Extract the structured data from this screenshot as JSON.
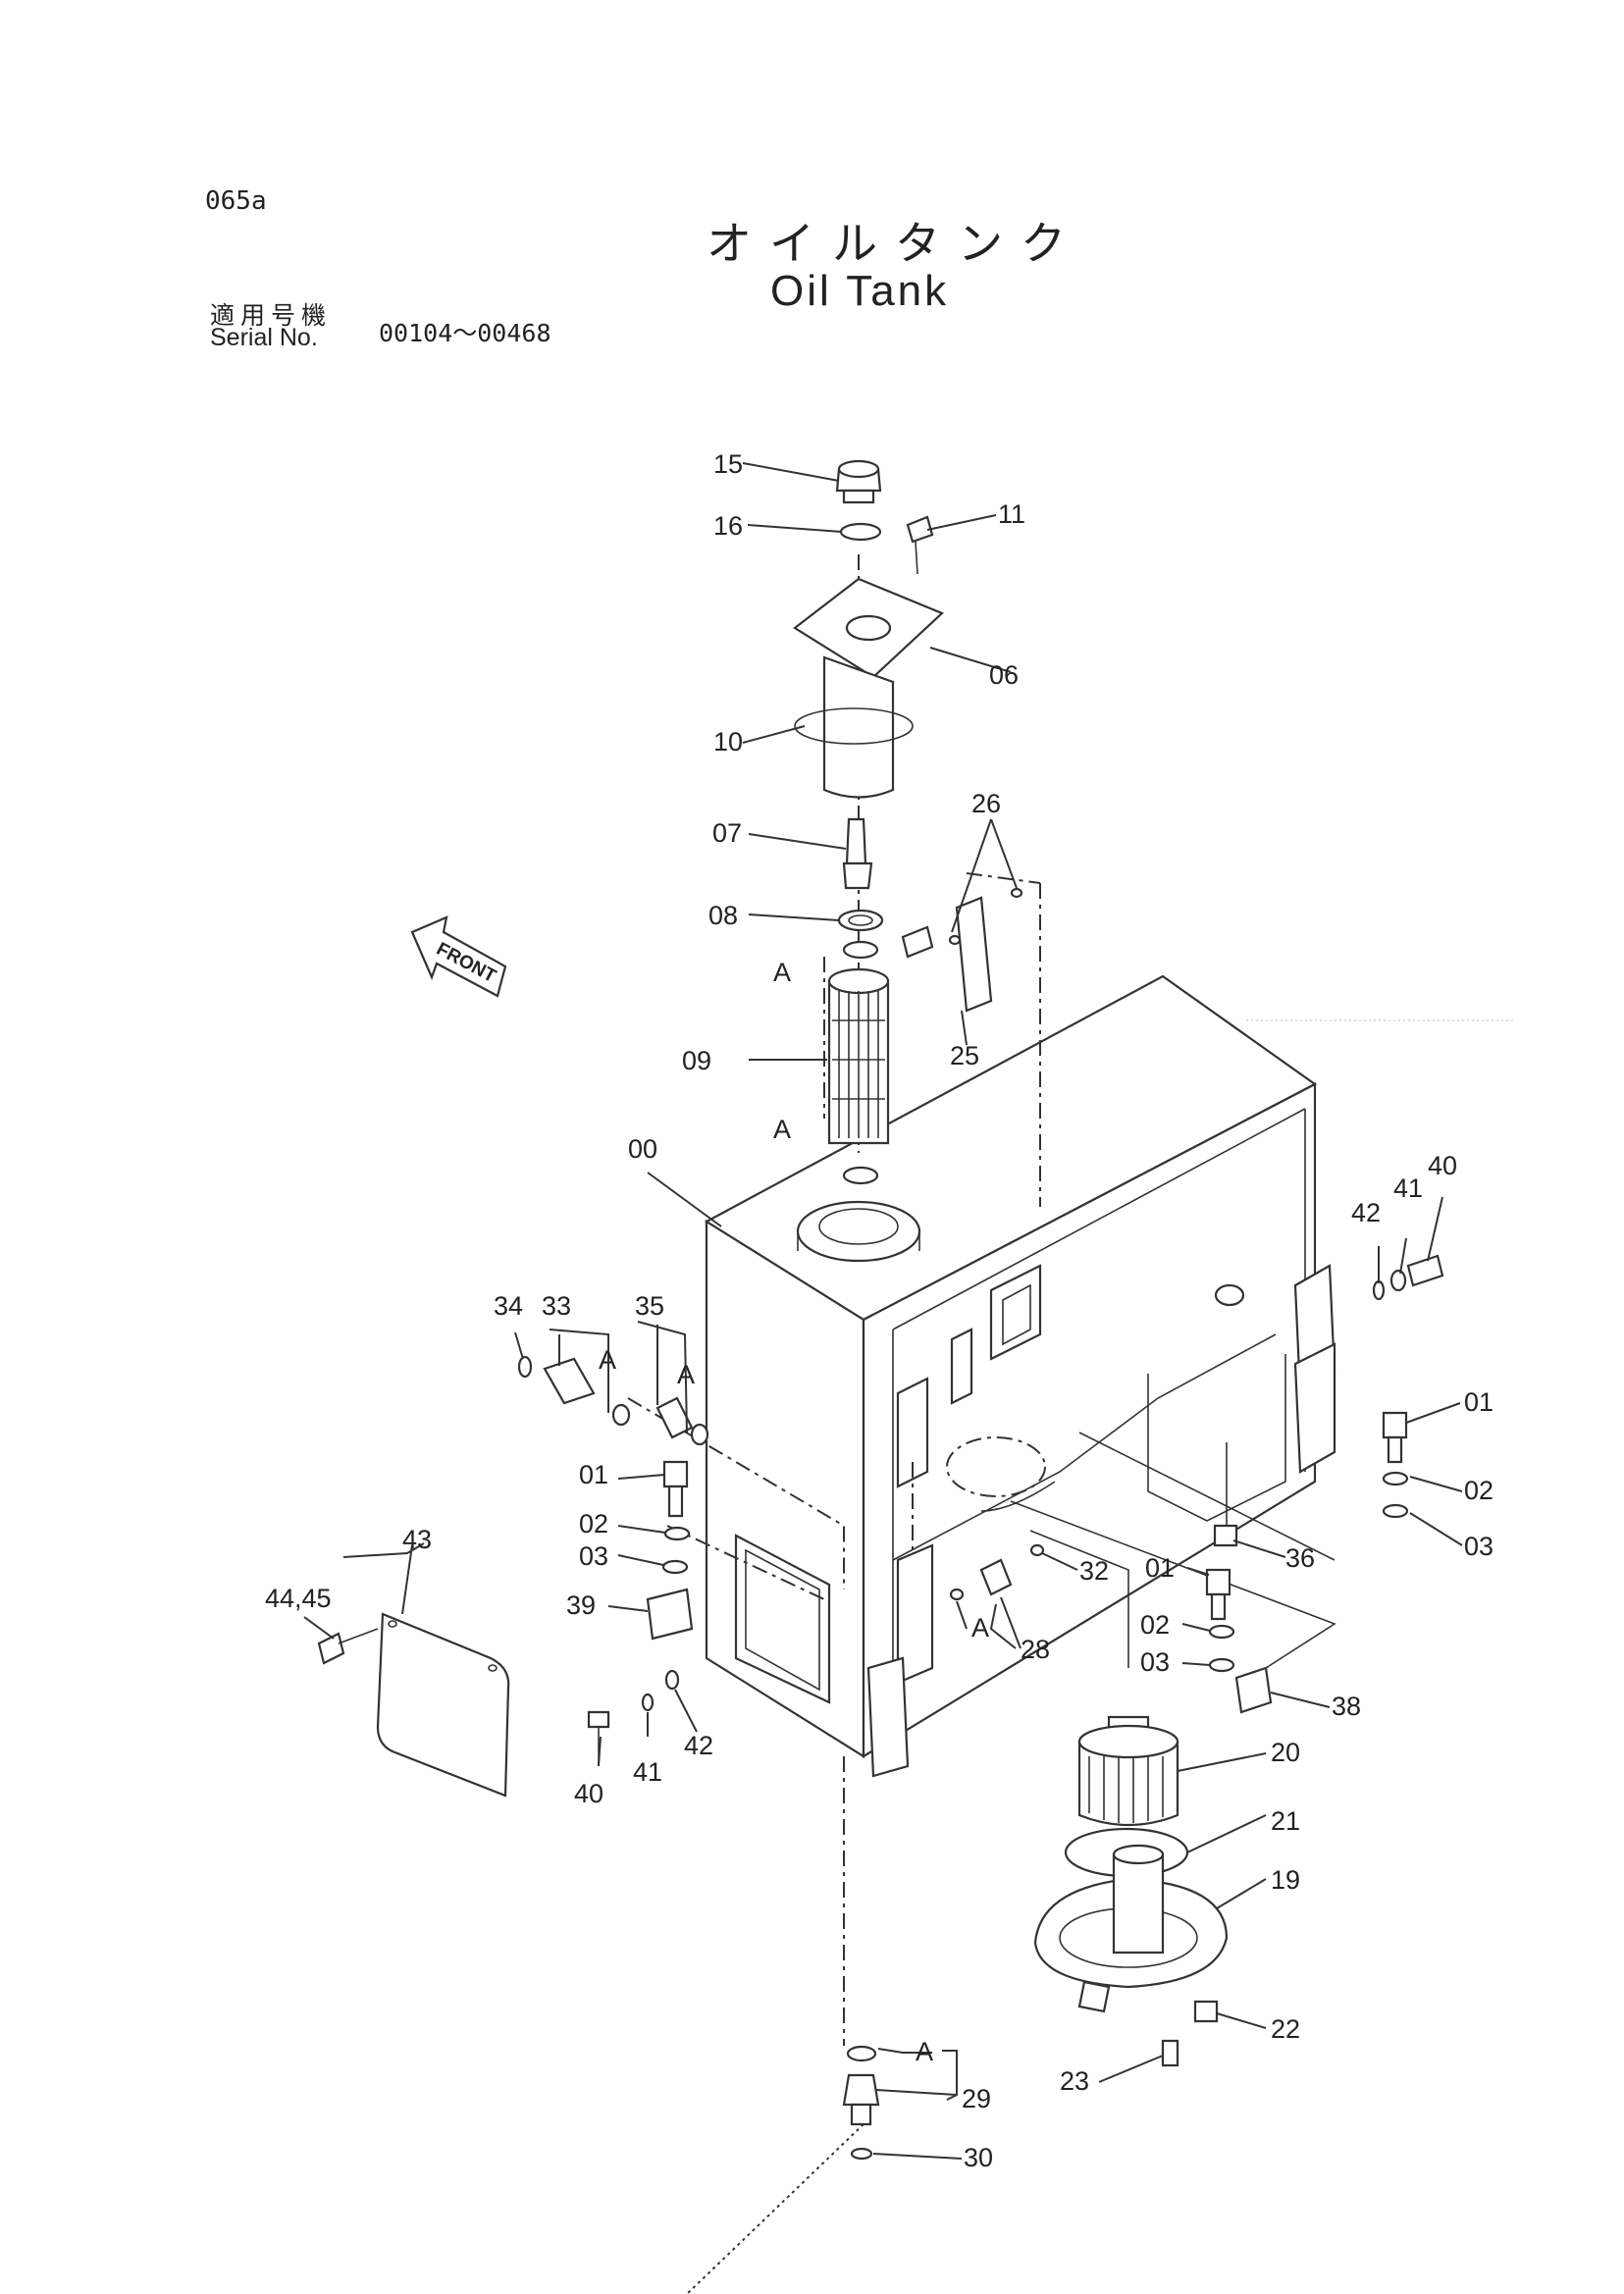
{
  "page_code": "065a",
  "title_jp": "オイルタンク",
  "title_en": "Oil Tank",
  "serial_jp": "適用号機",
  "serial_en": "Serial No.",
  "serial_range": "00104～00468",
  "front_label": "FRONT",
  "labels": {
    "p15": "15",
    "p16": "16",
    "p11": "11",
    "p06": "06",
    "p10": "10",
    "p07": "07",
    "p08": "08",
    "p26": "26",
    "pA1": "A",
    "p09": "09",
    "p25": "25",
    "pA2": "A",
    "p00": "00",
    "p42r": "42",
    "p41r": "41",
    "p40r": "40",
    "p34": "34",
    "p33": "33",
    "pA3": "A",
    "p35": "35",
    "pA4": "A",
    "p01r": "01",
    "p02r": "02",
    "p03r": "03",
    "p01l": "01",
    "p02l": "02",
    "p03l": "03",
    "p43": "43",
    "p4445": "44,45",
    "p39": "39",
    "p36": "36",
    "p32": "32",
    "p01m": "01",
    "p02m": "02",
    "p03m": "03",
    "pA5": "A",
    "p28": "28",
    "p38": "38",
    "p40l": "40",
    "p41l": "41",
    "p42l": "42",
    "p20": "20",
    "p21": "21",
    "p19": "19",
    "p22": "22",
    "p23": "23",
    "pA6": "A",
    "p29": "29",
    "p30": "30"
  }
}
